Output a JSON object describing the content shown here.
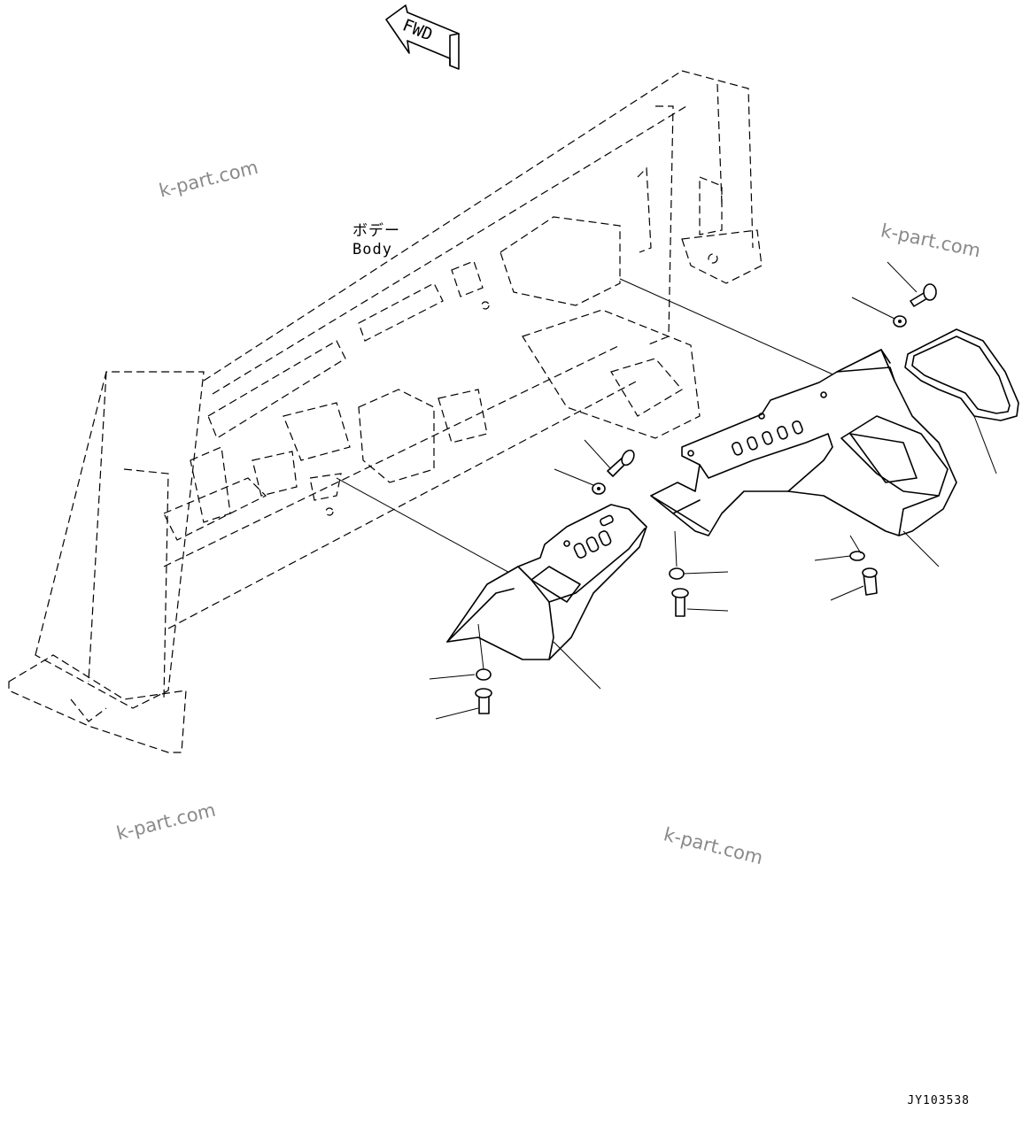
{
  "direction_arrow": {
    "text": "FWD"
  },
  "body_label": {
    "japanese": "ボデー",
    "english": "Body"
  },
  "watermarks": [
    "k-part.com",
    "k-part.com",
    "k-part.com",
    "k-part.com"
  ],
  "figure_id": "JY103538"
}
